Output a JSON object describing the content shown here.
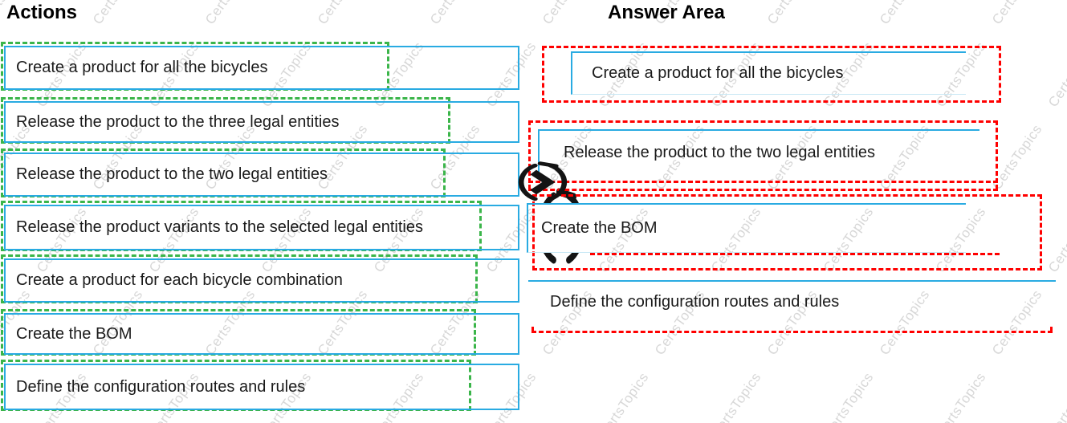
{
  "watermark": {
    "text": "CertsTopics"
  },
  "colors": {
    "cyan": "#29ABE2",
    "green": "#3BB54A",
    "red": "#FF0000",
    "text": "#1A1A1A",
    "watermark": "#D7D7D7"
  },
  "icons": {
    "circular_arrow": "circular-arrow"
  },
  "actions": {
    "title": "Actions",
    "items": [
      {
        "label": "Create a product for all the bicycles"
      },
      {
        "label": "Release the product to the three legal entities"
      },
      {
        "label": "Release the product to the two legal entities"
      },
      {
        "label": "Release the product variants to the selected legal entities"
      },
      {
        "label": "Create a product for each bicycle combination"
      },
      {
        "label": "Create the BOM"
      },
      {
        "label": "Define the configuration routes and rules"
      }
    ]
  },
  "answer_area": {
    "title": "Answer Area",
    "items": [
      {
        "label": "Create a product for all the bicycles"
      },
      {
        "label": "Release the product to the two legal entities"
      },
      {
        "label": "Create the BOM"
      },
      {
        "label": "Define the configuration routes and rules"
      }
    ]
  }
}
